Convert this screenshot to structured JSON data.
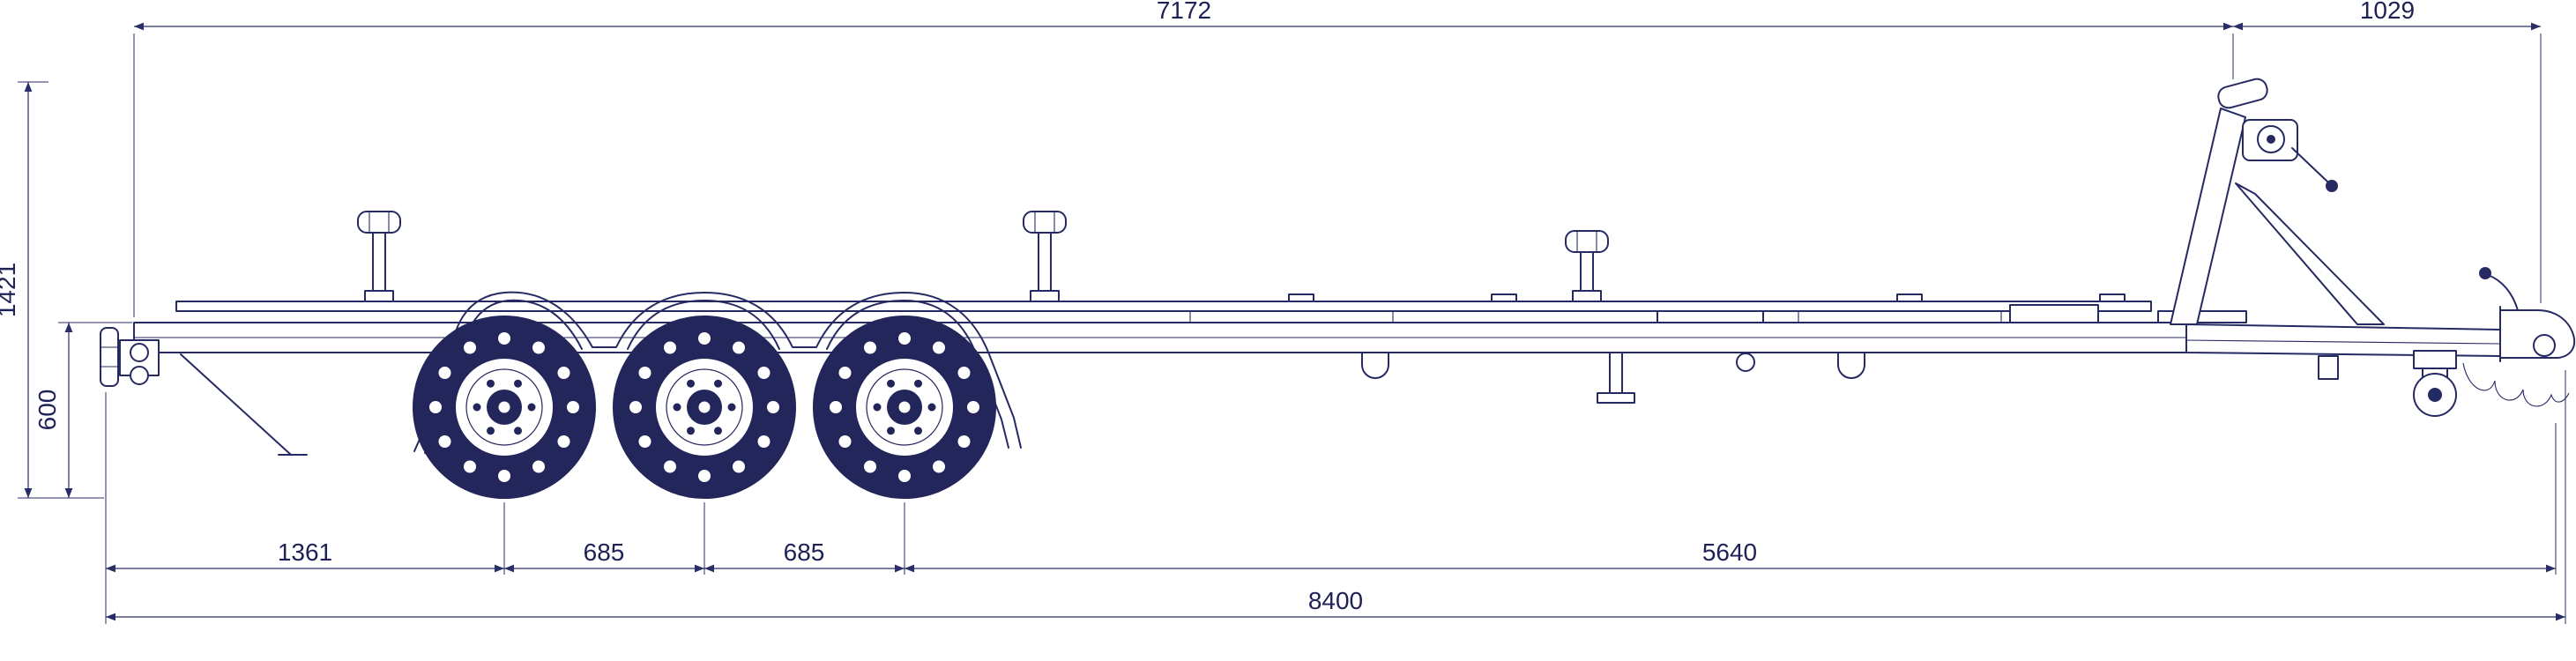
{
  "drawing": {
    "title": "Boat trailer side view technical drawing",
    "line_color": "#262a63",
    "background_color": "#ffffff",
    "dimensions": {
      "frame_length": "7172",
      "drawbar_length": "1029",
      "overall_height": "1421",
      "frame_height": "600",
      "rear_to_first_axle": "1361",
      "axle_spacing_1": "685",
      "axle_spacing_2": "685",
      "third_axle_to_coupler": "5640",
      "overall_length": "8400"
    }
  }
}
